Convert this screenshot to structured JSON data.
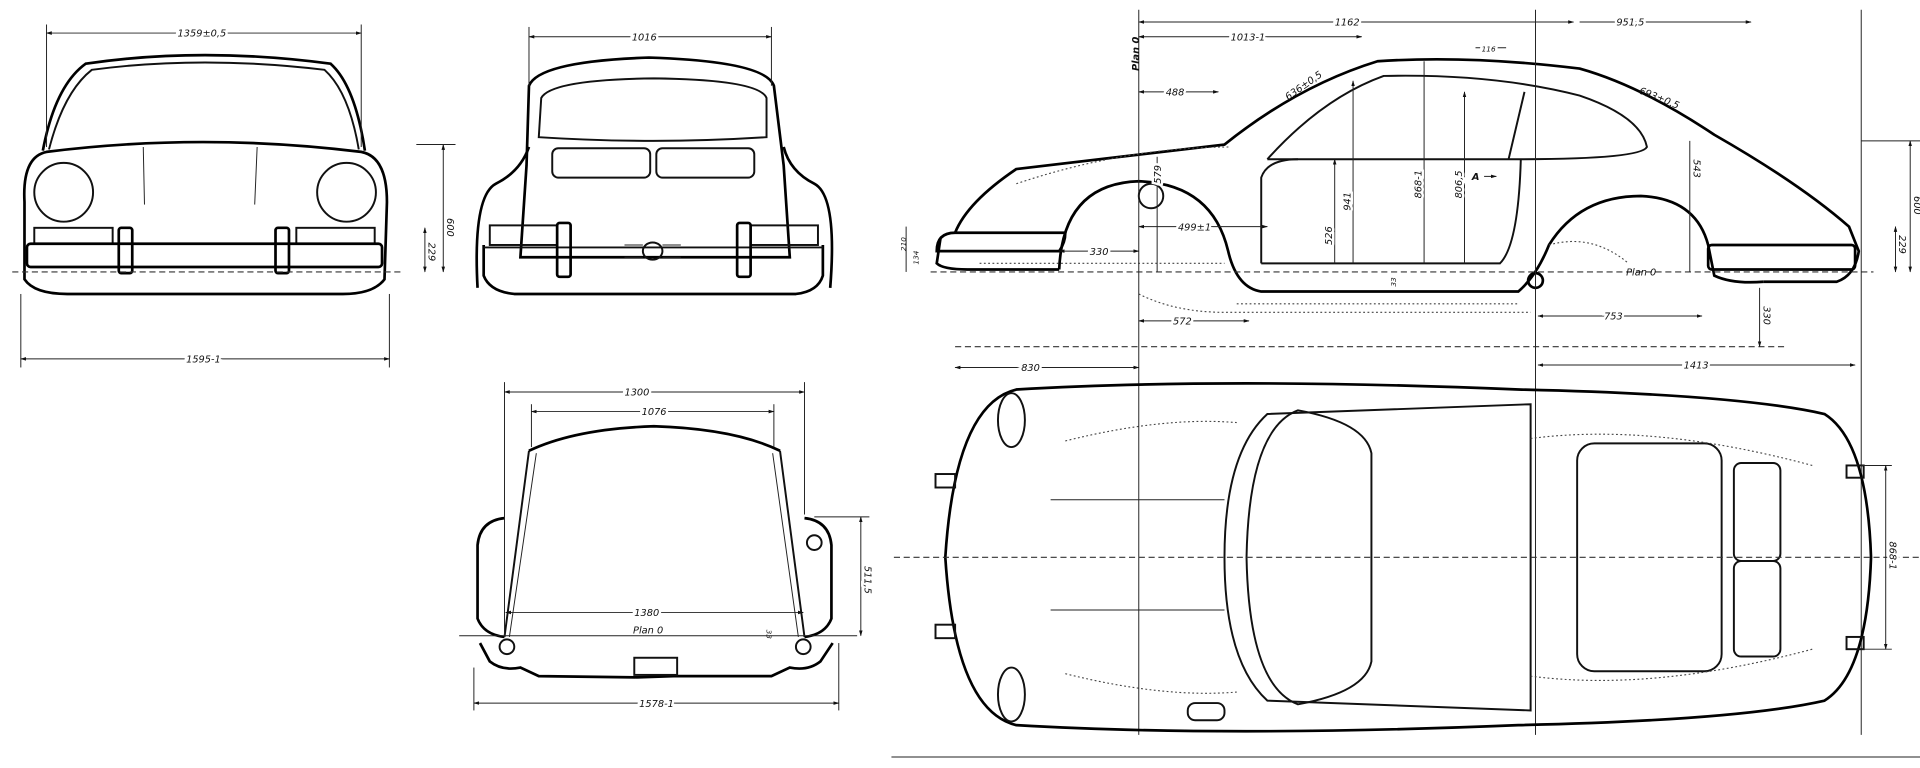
{
  "front_view": {
    "width_top": "1359±0,5",
    "width_overall": "1595-1",
    "height_600": "600",
    "height_229": "229"
  },
  "rear_view": {
    "width_roof": "1016"
  },
  "section_view": {
    "width_1300": "1300",
    "width_1076": "1076",
    "width_1380": "1380",
    "plan_label": "Plan 0",
    "height_5115": "511,5",
    "offset_33": "33",
    "width_overall": "1578-1"
  },
  "side_view": {
    "dim_1162": "1162",
    "dim_9515": "951,5",
    "dim_1013": "1013-1",
    "dim_116": "116",
    "dim_488": "488",
    "dim_636": "636±0,5",
    "dim_693": "693±0,5",
    "plan_vertical": "Plan 0",
    "dim_579": "579",
    "dim_4991": "499±1",
    "dim_330_front": "330",
    "dim_941": "941",
    "dim_868": "868-1",
    "dim_8065": "806,5",
    "dim_526": "526",
    "dim_543": "543",
    "dim_600": "600",
    "dim_229": "229",
    "dim_210": "210",
    "dim_134": "134",
    "dim_33": "33",
    "plan_label": "Plan 0",
    "section_marker": "A",
    "dim_572": "572",
    "dim_753": "753",
    "dim_330_rear": "330",
    "dim_830": "830",
    "dim_1413": "1413"
  },
  "top_view": {
    "dim_868": "868-1"
  }
}
